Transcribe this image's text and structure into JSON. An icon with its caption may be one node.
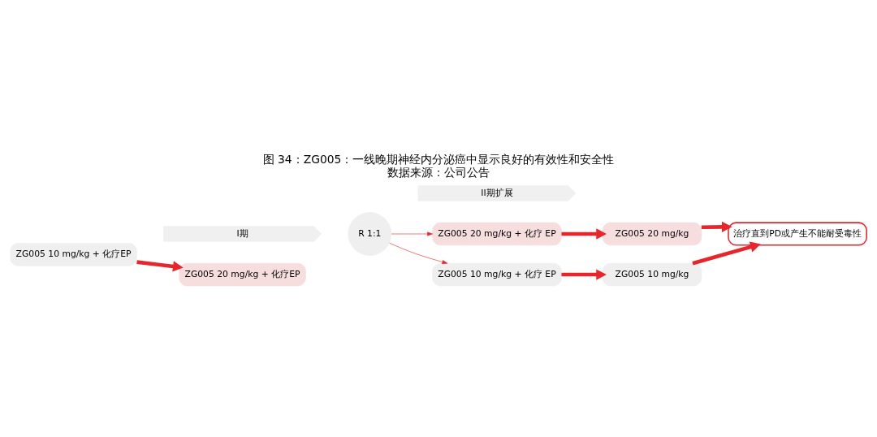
{
  "diagram": {
    "title": "图 34：ZG005：一线晚期神经内分泌癌中显示良好的有效性和安全性",
    "caption": "数据来源：公司公告",
    "nodes": [
      {
        "text": [
          "I期"
        ]
      },
      {
        "text": [
          "II期扩展"
        ]
      },
      {
        "text": [
          "ZG005 20 mg/kg + 化疗EP"
        ]
      },
      {
        "text": [
          "ZG005 10 mg/kg + 化疗EP"
        ]
      },
      {
        "text": [
          "R 1:1"
        ]
      },
      {
        "text": [
          "ZG005 20 mg/kg + 化疗 EP"
        ]
      },
      {
        "text": [
          "ZG005 10 mg/kg + 化疗 EP"
        ]
      },
      {
        "text": [
          "ZG005 20 mg/kg"
        ]
      },
      {
        "text": [
          "ZG005 10 mg/kg"
        ]
      },
      {
        "text": [
          "治疗直到PD或产生不能耐受毒性"
        ]
      }
    ],
    "edges": [
      {
        "from": 3,
        "to": 2,
        "arrow": "to"
      },
      {
        "from": 4,
        "to": 5,
        "arrow": "to"
      },
      {
        "from": 4,
        "to": 6,
        "arrow": "to"
      },
      {
        "from": 5,
        "to": 7,
        "arrow": "to"
      },
      {
        "from": 6,
        "to": 8,
        "arrow": "to"
      },
      {
        "from": 7,
        "to": 9,
        "arrow": "to"
      },
      {
        "from": 8,
        "to": 9,
        "arrow": "to"
      }
    ]
  }
}
